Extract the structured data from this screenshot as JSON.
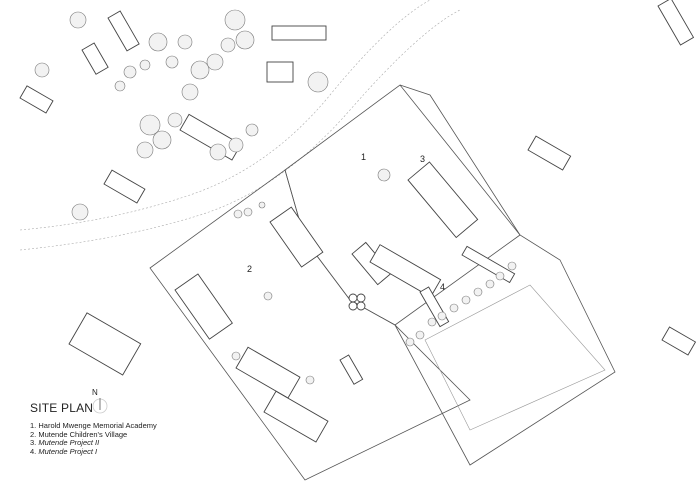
{
  "title": "SITE PLAN",
  "north_label": "N",
  "map_labels": [
    "1",
    "2",
    "3",
    "4"
  ],
  "legend": [
    {
      "num": "1.",
      "name": "Harold Mwenge Memorial Academy",
      "italic": false
    },
    {
      "num": "2.",
      "name": "Mutende Children's Village",
      "italic": true
    },
    {
      "num": "3.",
      "name": "Mutende Project II",
      "italic": true
    },
    {
      "num": "4.",
      "name": "Mutende Project I",
      "italic": true
    }
  ]
}
